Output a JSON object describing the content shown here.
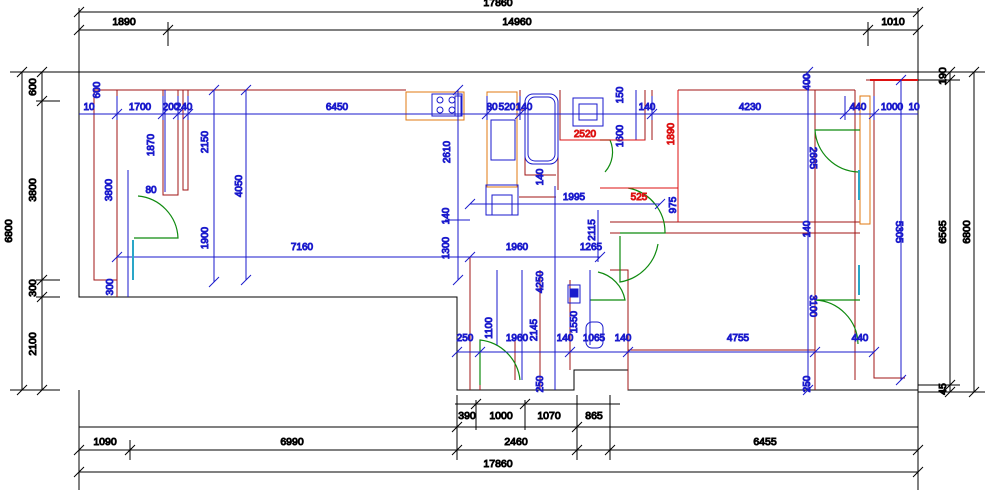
{
  "outer_dimensions": {
    "top_overall": "17860",
    "top_segments": [
      "1890",
      "14960",
      "1010"
    ],
    "bottom_overall": "17860",
    "bottom_row1": [
      "390",
      "1000",
      "1070",
      "865"
    ],
    "bottom_row2": [
      "1090",
      "6990",
      "2460",
      "6455"
    ],
    "left_overall": "6800",
    "left_segments": [
      "600",
      "3800",
      "300",
      "2100"
    ],
    "right_outer": "6800",
    "right_inner": "6565",
    "right_top": "190",
    "right_bottom": "45"
  },
  "inner_dimensions_blue": {
    "row_top": [
      "10",
      "1700",
      "200",
      "240",
      "6450",
      "80",
      "520",
      "140",
      "140",
      "4230",
      "440",
      "1000",
      "10"
    ],
    "verticals": [
      "1870",
      "2150",
      "4050",
      "2610",
      "1600",
      "3800",
      "1900",
      "1300",
      "4250",
      "2145",
      "1100",
      "1550",
      "2665",
      "3100",
      "5305",
      "600",
      "300",
      "400",
      "140",
      "150",
      "975",
      "2115",
      "250"
    ],
    "row_mid1": [
      "1995",
      "140",
      "140",
      "80"
    ],
    "row_mid2": [
      "7160",
      "1960",
      "1265"
    ],
    "row_bottom": [
      "250",
      "1960",
      "140",
      "1065",
      "140",
      "4755",
      "440",
      "250"
    ]
  },
  "red_dimensions": [
    "2520",
    "1890",
    "525",
    "975"
  ],
  "colors": {
    "wall": "#a01414",
    "dimension": "#000000",
    "blue_dim": "#1a1acc",
    "red_dim": "#dd1111",
    "door_arc": "#0f8a0f",
    "furniture": "#1a1acc",
    "kitchen": "#e07a10"
  }
}
